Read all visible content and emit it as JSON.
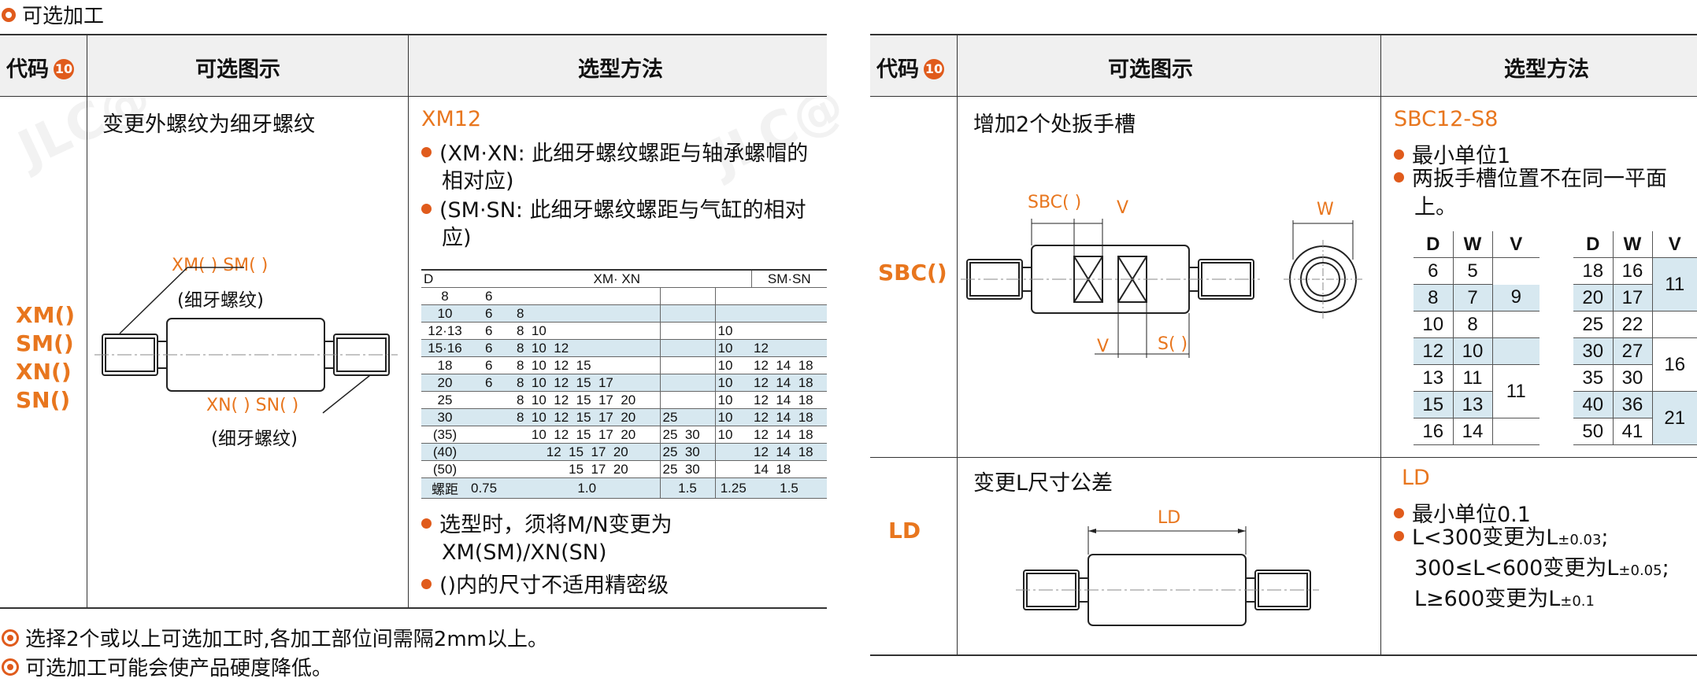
{
  "section_title": "可选加工",
  "badge_number": "10",
  "left": {
    "headers": {
      "code": "代码",
      "diagram": "可选图示",
      "method": "选型方法"
    },
    "codes": [
      "XM()",
      "SM()",
      "XN()",
      "SN()"
    ],
    "diagram_title": "变更外螺纹为细牙螺纹",
    "label_top": "XM( )  SM( )",
    "label_top_sub": "(细牙螺纹)",
    "label_bottom": "XN( )  SN( )",
    "label_bottom_sub": "(细牙螺纹)",
    "example": "XM12",
    "notes": [
      "(XM·XN: 此细牙螺纹螺距与轴承螺帽的相对应)",
      "(SM·SN: 此细牙螺纹螺距与气缸的相对应)"
    ],
    "table": {
      "col_d": "D",
      "col_xm": "XM·  XN",
      "col_sm": "SM·SN",
      "rows": [
        {
          "d": "8",
          "a": "6",
          "xm": [
            "",
            "",
            "",
            "",
            "",
            ""
          ],
          "sm": [
            "",
            ""
          ]
        },
        {
          "d": "10",
          "a": "6",
          "xm": [
            "8",
            "",
            "",
            "",
            "",
            ""
          ],
          "sm": [
            "",
            ""
          ]
        },
        {
          "d": "12·13",
          "a": "6",
          "xm": [
            "8  10",
            "",
            "",
            "",
            "",
            ""
          ],
          "sm": [
            "10",
            ""
          ]
        },
        {
          "d": "15·16",
          "a": "6",
          "xm": [
            "8  10  12",
            "",
            "",
            "",
            "",
            ""
          ],
          "sm": [
            "10",
            "12"
          ]
        },
        {
          "d": "18",
          "a": "6",
          "xm": [
            "8  10  12  15",
            "",
            "",
            "",
            "",
            ""
          ],
          "sm": [
            "10",
            "12  14  18"
          ]
        },
        {
          "d": "20",
          "a": "6",
          "xm": [
            "8  10  12  15  17",
            "",
            "",
            "",
            "",
            ""
          ],
          "sm": [
            "10",
            "12  14  18"
          ]
        },
        {
          "d": "25",
          "a": "",
          "xm": [
            "8  10  12  15  17  20",
            "",
            "",
            "",
            "",
            ""
          ],
          "sm": [
            "10",
            "12  14  18"
          ]
        },
        {
          "d": "30",
          "a": "",
          "xm": [
            "8  10  12  15  17  20",
            "25",
            "",
            "",
            "",
            ""
          ],
          "sm": [
            "10",
            "12  14  18"
          ]
        },
        {
          "d": "(35)",
          "a": "",
          "xm": [
            "    10  12  15  17  20",
            "25  30",
            "",
            "",
            "",
            ""
          ],
          "sm": [
            "10",
            "12  14  18"
          ]
        },
        {
          "d": "(40)",
          "a": "",
          "xm": [
            "        12  15  17  20",
            "25  30",
            "",
            "",
            "",
            ""
          ],
          "sm": [
            "",
            "12  14  18"
          ]
        },
        {
          "d": "(50)",
          "a": "",
          "xm": [
            "              15  17  20",
            "25  30",
            "",
            "",
            "",
            ""
          ],
          "sm": [
            "",
            "14  18"
          ]
        }
      ],
      "pitch_label": "螺距",
      "pitch": [
        "0.75",
        "1.0",
        "1.5",
        "1.25",
        "1.5"
      ]
    },
    "bottom_notes": [
      "选型时，须将M/N变更为XM(SM)/XN(SN)",
      "()内的尺寸不适用精密级"
    ]
  },
  "footer_notes": [
    "选择2个或以上可选加工时,各加工部位间需隔2mm以上。",
    "可选加工可能会使产品硬度降低。"
  ],
  "right": {
    "headers": {
      "code": "代码",
      "diagram": "可选图示",
      "method": "选型方法"
    },
    "sbc": {
      "code": "SBC()",
      "diagram_title": "增加2个处扳手槽",
      "dim_sbc": "SBC( )",
      "dim_v_top": "V",
      "dim_v_bottom": "V",
      "dim_s": "S( )",
      "dim_w": "W",
      "example": "SBC12-S8",
      "notes": [
        "最小单位1",
        "两扳手槽位置不在同一平面上。"
      ],
      "table1": {
        "headers": [
          "D",
          "W",
          "V"
        ],
        "rows": [
          [
            "6",
            "5"
          ],
          [
            "8",
            "7"
          ],
          [
            "10",
            "8"
          ],
          [
            "12",
            "10"
          ],
          [
            "13",
            "11"
          ],
          [
            "15",
            "13"
          ],
          [
            "16",
            "14"
          ]
        ],
        "v_groups": [
          "9",
          "11"
        ]
      },
      "table2": {
        "headers": [
          "D",
          "W",
          "V"
        ],
        "rows": [
          [
            "18",
            "16"
          ],
          [
            "20",
            "17"
          ],
          [
            "25",
            "22"
          ],
          [
            "30",
            "27"
          ],
          [
            "35",
            "30"
          ],
          [
            "40",
            "36"
          ],
          [
            "50",
            "41"
          ]
        ],
        "v_groups": [
          "11",
          "16",
          "21"
        ]
      }
    },
    "ld": {
      "code": "LD",
      "diagram_title": "变更L尺寸公差",
      "dim_ld": "LD",
      "example": "LD",
      "note1": "最小单位0.1",
      "note2_lines": [
        "L<300变更为L",
        "300≤L<600变更为L",
        "L≥600变更为L"
      ],
      "note2_subs": [
        "±0.03",
        "±0.05",
        "±0.1"
      ],
      "note2_suffix": [
        ";",
        ";",
        ""
      ]
    }
  },
  "colors": {
    "accent": "#e05b1c",
    "orange_text": "#e8761e",
    "highlight": "#d7e8f0",
    "header_bg": "#f0f0f0"
  }
}
